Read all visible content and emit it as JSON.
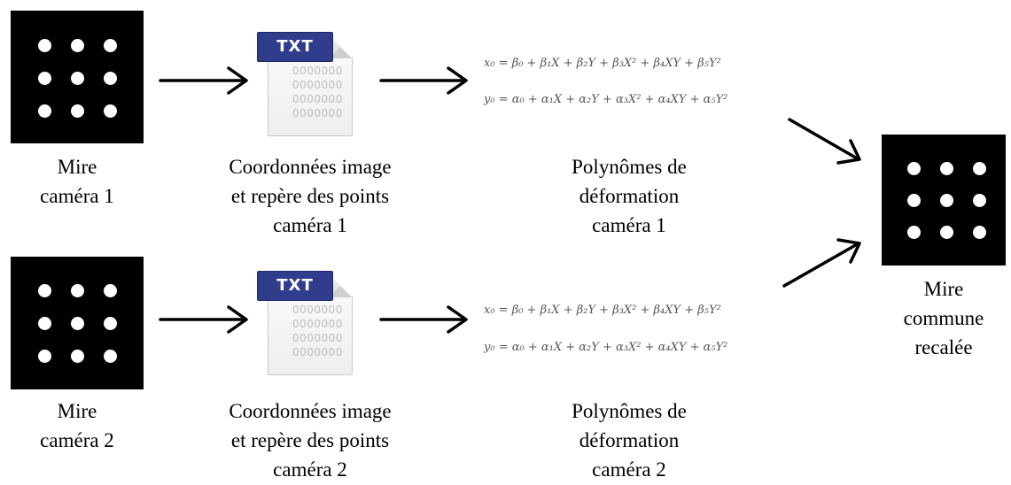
{
  "row1": {
    "mire_caption": [
      "Mire",
      "caméra 1"
    ],
    "file_badge": "TXT",
    "file_digits": [
      "0000000",
      "0000000",
      "0000000",
      "0000000"
    ],
    "file_caption": [
      "Coordonnées image",
      "et repère des points",
      "caméra 1"
    ],
    "equation_x": "x₀ = β₀ + β₁X + β₂Y + β₃X² + β₄XY + β₅Y²",
    "equation_y": "y₀ = α₀ + α₁X + α₂Y + α₃X² + α₄XY + α₅Y²",
    "poly_caption": [
      "Polynômes de",
      "déformation",
      "caméra 1"
    ]
  },
  "row2": {
    "mire_caption": [
      "Mire",
      "caméra 2"
    ],
    "file_badge": "TXT",
    "file_digits": [
      "0000000",
      "0000000",
      "0000000",
      "0000000"
    ],
    "file_caption": [
      "Coordonnées image",
      "et repère des points",
      "caméra 2"
    ],
    "equation_x": "x₀ = β₀ + β₁X + β₂Y + β₃X² + β₄XY + β₅Y²",
    "equation_y": "y₀ = α₀ + α₁X + α₂Y + α₃X² + α₄XY + α₅Y²",
    "poly_caption": [
      "Polynômes de",
      "déformation",
      "caméra 2"
    ]
  },
  "result": {
    "caption": [
      "Mire",
      "commune",
      "recalée"
    ]
  }
}
